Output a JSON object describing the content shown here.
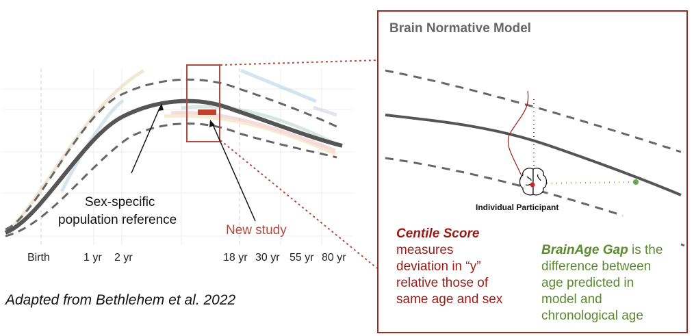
{
  "left_chart": {
    "x_ticks": [
      "Birth",
      "1 yr",
      "2 yr",
      "18 yr",
      "30 yr",
      "55 yr",
      "80 yr"
    ],
    "reference_label_line1": "Sex-specific",
    "reference_label_line2": "population reference",
    "new_study_label": "New study"
  },
  "citation": "Adapted from Bethlehem et al. 2022",
  "panel": {
    "title": "Brain Normative Model",
    "participant_label": "Individual Participant",
    "centile": {
      "term": "Centile Score",
      "lines": [
        "measures",
        "deviation in “y”",
        "relative those of",
        "same age and sex"
      ]
    },
    "brainage": {
      "term": "BrainAge Gap",
      "first_line_rest": " is the",
      "lines": [
        "difference between",
        "age predicted in",
        "model and",
        "chronological age"
      ]
    }
  },
  "colors": {
    "accent_red": "#9b2a23",
    "green": "#5a8a2e",
    "curve": "#555555"
  }
}
